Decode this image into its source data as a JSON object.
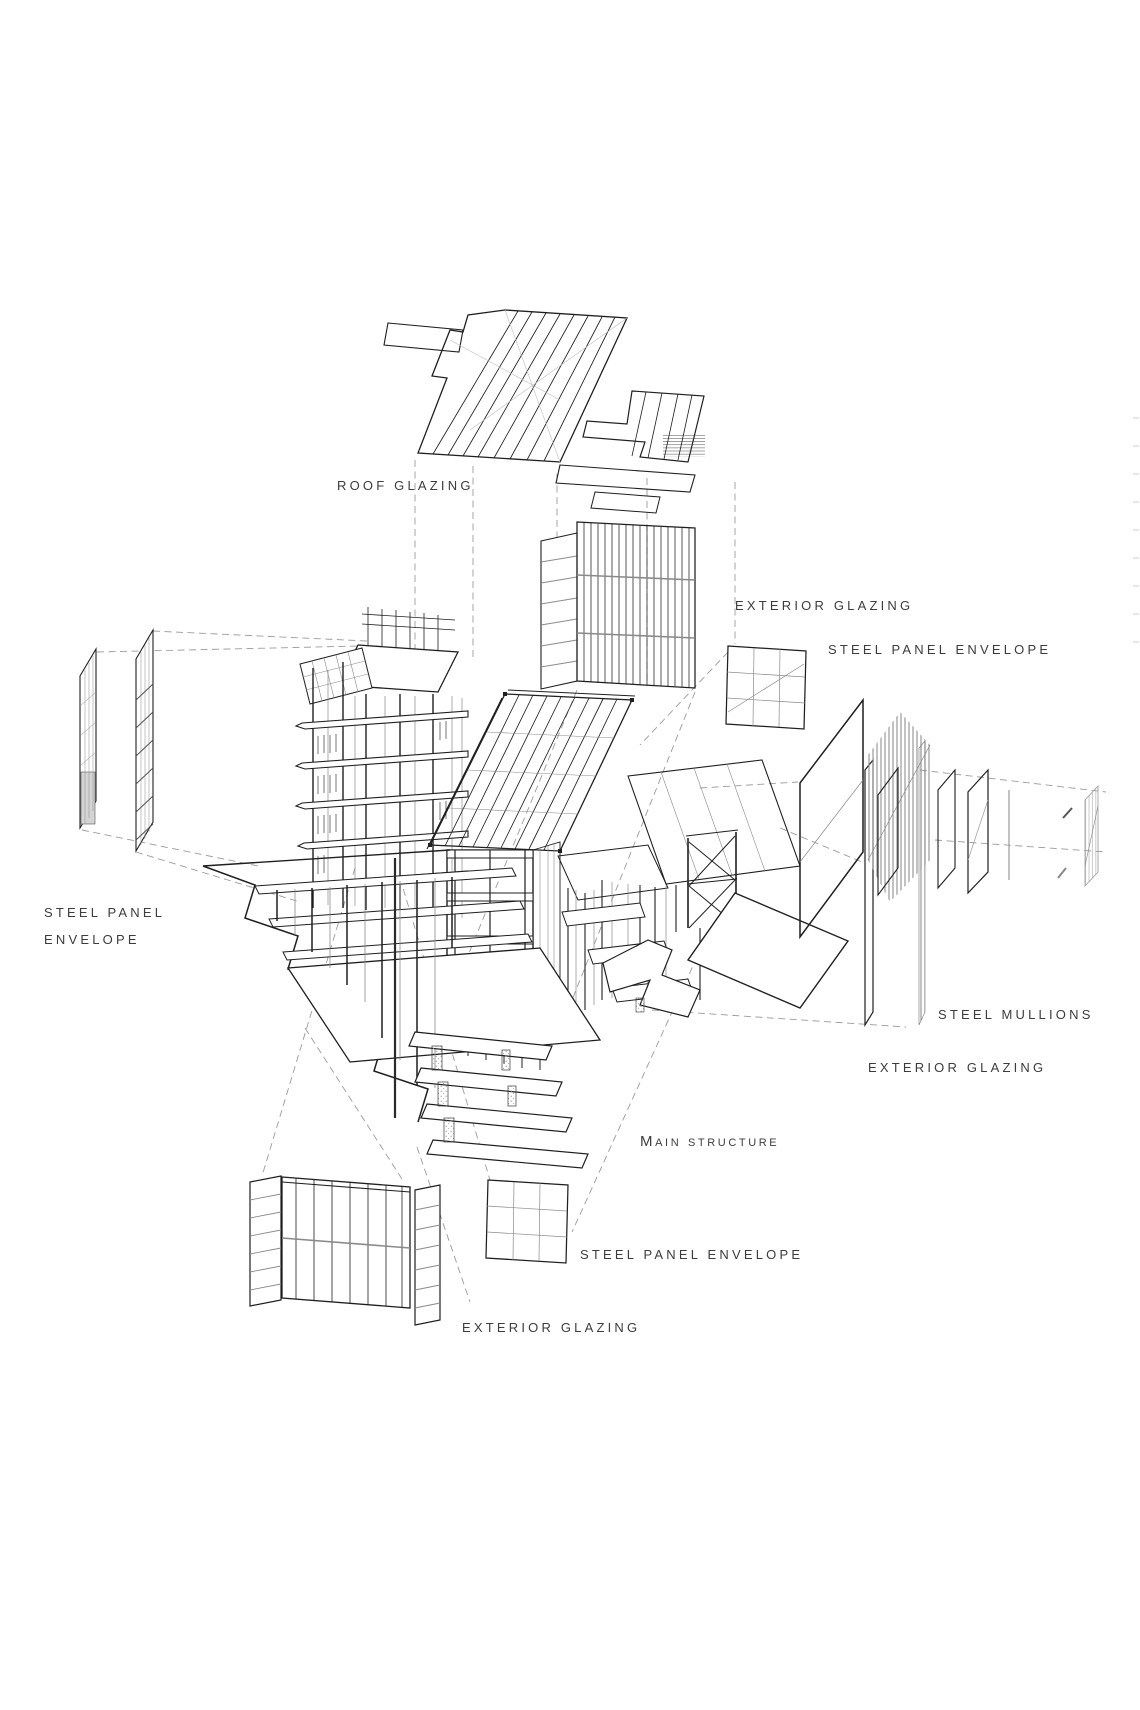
{
  "diagram": {
    "kind": "exploded-axonometric-building-diagram",
    "callouts": {
      "roof_glazing": "ROOF GLAZING",
      "exterior_glazing_top": "EXTERIOR GLAZING",
      "steel_panel_envelope_top": "STEEL PANEL ENVELOPE",
      "steel_panel_envelope_left_line1": "STEEL PANEL",
      "steel_panel_envelope_left_line2": "ENVELOPE",
      "steel_mullions": "STEEL MULLIONS",
      "exterior_glazing_right": "EXTERIOR GLAZING",
      "main_structure": "Main structure",
      "steel_panel_envelope_bottom": "STEEL PANEL ENVELOPE",
      "exterior_glazing_bottom": "EXTERIOR GLAZING"
    },
    "colors": {
      "line": "#1f1f1f",
      "label": "#3c3c3c",
      "dashed_guides": "#9b9b9b",
      "background": "#ffffff"
    }
  }
}
